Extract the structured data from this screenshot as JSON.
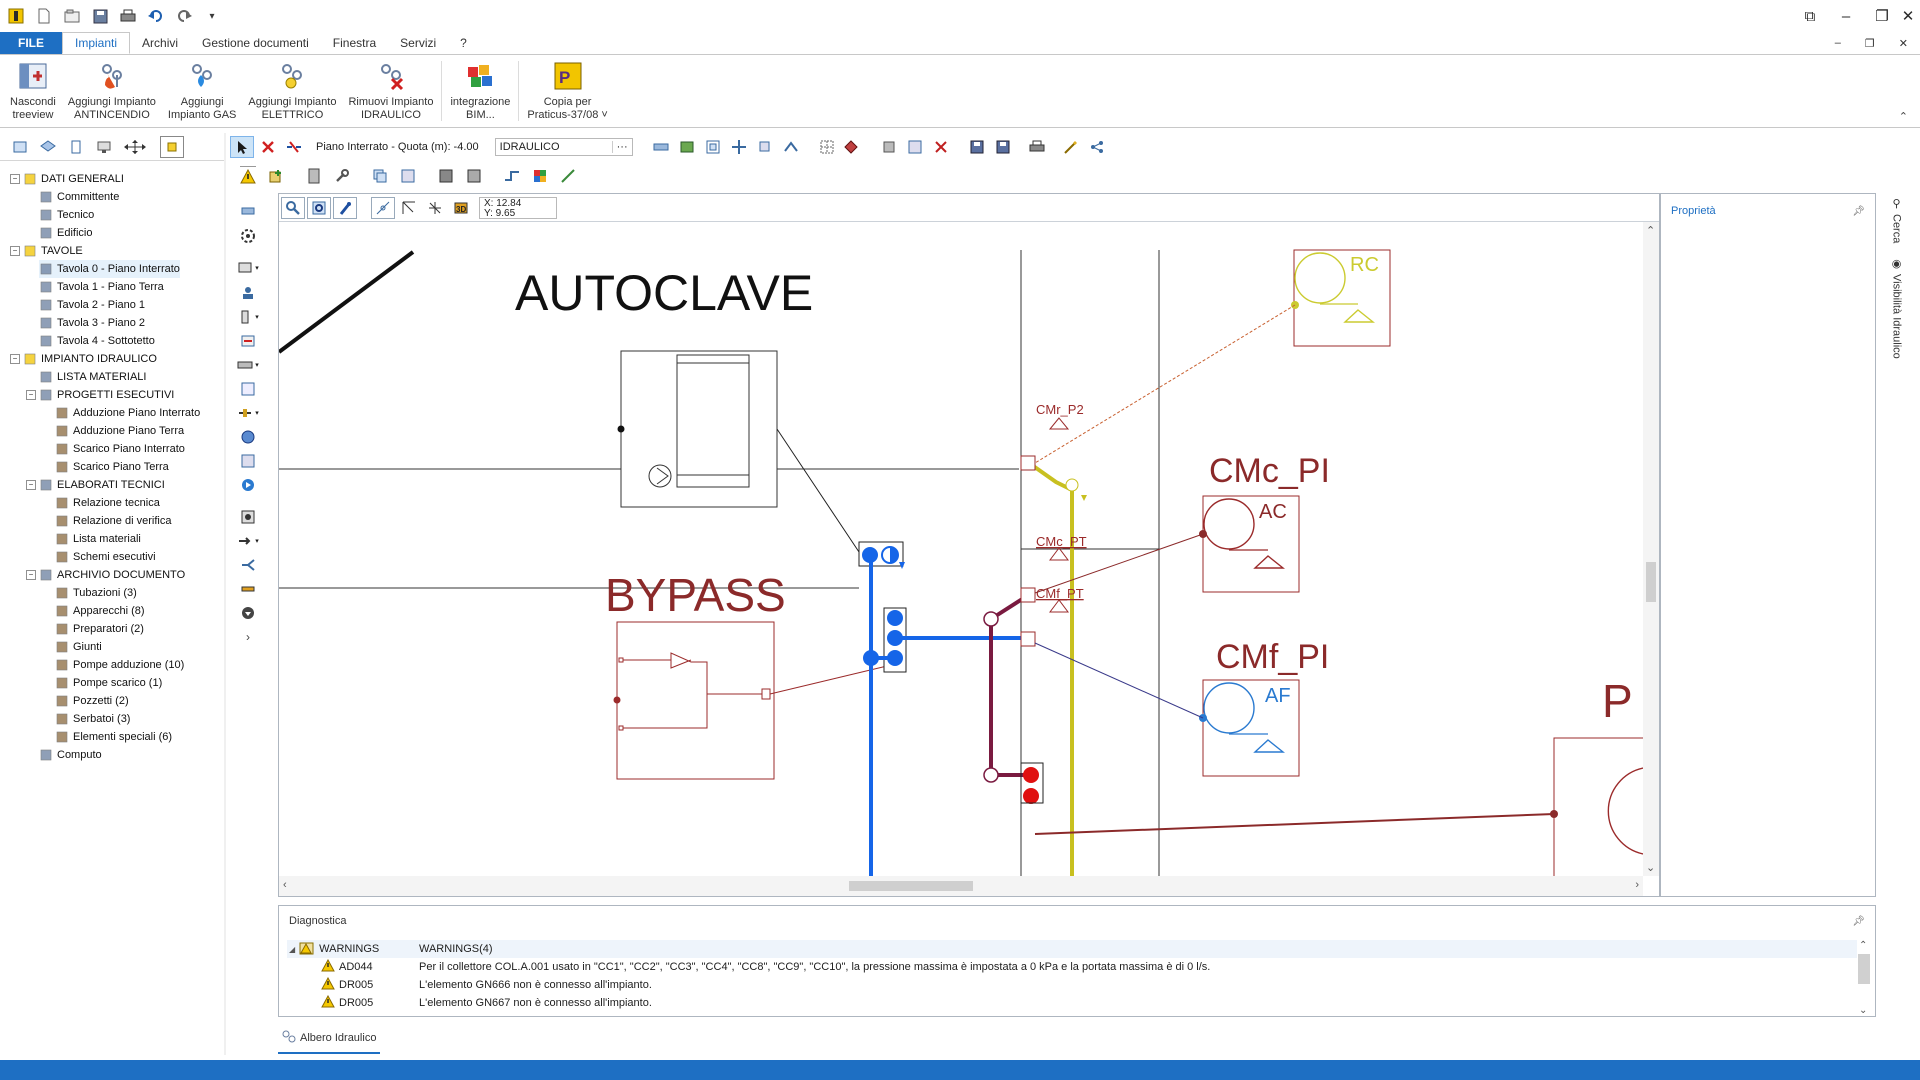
{
  "ribbon": {
    "file_label": "FILE",
    "tabs": [
      "Impianti",
      "Archivi",
      "Gestione documenti",
      "Finestra",
      "Servizi",
      "?"
    ],
    "buttons": [
      {
        "label": "Nascondi\ntreeview"
      },
      {
        "label": "Aggiungi Impianto\nANTINCENDIO"
      },
      {
        "label": "Aggiungi\nImpianto GAS"
      },
      {
        "label": "Aggiungi Impianto\nELETTRICO"
      },
      {
        "label": "Rimuovi Impianto\nIDRAULICO"
      },
      {
        "label": "integrazione\nBIM..."
      },
      {
        "label": "Copia per\nPraticus-37/08 ˅"
      }
    ]
  },
  "tree": {
    "nodes": [
      {
        "label": "DATI GENERALI",
        "level": 0,
        "exp": "−"
      },
      {
        "label": "Committente",
        "level": 1
      },
      {
        "label": "Tecnico",
        "level": 1
      },
      {
        "label": "Edificio",
        "level": 1
      },
      {
        "label": "TAVOLE",
        "level": 0,
        "exp": "−"
      },
      {
        "label": "Tavola 0 - Piano Interrato",
        "level": 1,
        "selected": true
      },
      {
        "label": "Tavola 1 - Piano Terra",
        "level": 1
      },
      {
        "label": "Tavola 2 - Piano 1",
        "level": 1
      },
      {
        "label": "Tavola 3 - Piano 2",
        "level": 1
      },
      {
        "label": "Tavola 4 - Sottotetto",
        "level": 1
      },
      {
        "label": "IMPIANTO IDRAULICO",
        "level": 0,
        "exp": "−"
      },
      {
        "label": "LISTA MATERIALI",
        "level": 1
      },
      {
        "label": "PROGETTI ESECUTIVI",
        "level": 1,
        "exp": "−"
      },
      {
        "label": "Adduzione Piano Interrato",
        "level": 2
      },
      {
        "label": "Adduzione Piano Terra",
        "level": 2
      },
      {
        "label": "Scarico Piano Interrato",
        "level": 2
      },
      {
        "label": "Scarico Piano Terra",
        "level": 2
      },
      {
        "label": "ELABORATI TECNICI",
        "level": 1,
        "exp": "−"
      },
      {
        "label": "Relazione tecnica",
        "level": 2
      },
      {
        "label": "Relazione di verifica",
        "level": 2
      },
      {
        "label": "Lista materiali",
        "level": 2
      },
      {
        "label": "Schemi esecutivi",
        "level": 2
      },
      {
        "label": "ARCHIVIO DOCUMENTO",
        "level": 1,
        "exp": "−"
      },
      {
        "label": "Tubazioni (3)",
        "level": 2
      },
      {
        "label": "Apparecchi (8)",
        "level": 2
      },
      {
        "label": "Preparatori (2)",
        "level": 2
      },
      {
        "label": "Giunti",
        "level": 2
      },
      {
        "label": "Pompe adduzione (10)",
        "level": 2
      },
      {
        "label": "Pompe scarico (1)",
        "level": 2
      },
      {
        "label": "Pozzetti (2)",
        "level": 2
      },
      {
        "label": "Serbatoi (3)",
        "level": 2
      },
      {
        "label": "Elementi speciali (6)",
        "level": 2
      },
      {
        "label": "Computo",
        "level": 1
      }
    ]
  },
  "toolbar": {
    "floor_label": "Piano Interrato - Quota (m): -4.00",
    "system_value": "IDRAULICO"
  },
  "canvas": {
    "coord_x": "X: 12.84",
    "coord_y": "Y: 9.65",
    "labels": {
      "autoclave": "AUTOCLAVE",
      "bypass": "BYPASS",
      "cmc_pi": "CMc_PI",
      "cmf_pi": "CMf_PI",
      "rc": "RC",
      "ac": "AC",
      "af": "AF",
      "p": "P",
      "cmr_p2": "CMr_P2",
      "cmc_pt": "CMc_PT",
      "cmf_pt": "CMf_PT"
    }
  },
  "properties": {
    "title": "Proprietà"
  },
  "sidetabs": {
    "search": "Cerca",
    "visibility": "Visibilità Idraulico"
  },
  "diagnostics": {
    "title": "Diagnostica",
    "group_code": "WARNINGS",
    "group_desc": "WARNINGS(4)",
    "rows": [
      {
        "code": "AD044",
        "desc": "Per il collettore COL.A.001 usato in \"CC1\", \"CC2\", \"CC3\", \"CC4\", \"CC8\", \"CC9\", \"CC10\", la pressione massima è impostata a 0 kPa e la portata massima è di 0 l/s."
      },
      {
        "code": "DR005",
        "desc": "L'elemento GN666 non è connesso all'impianto."
      },
      {
        "code": "DR005",
        "desc": "L'elemento GN667 non è connesso all'impianto."
      }
    ]
  },
  "bottom_tab": {
    "label": "Albero Idraulico"
  },
  "colors": {
    "accent": "#1e6fc3",
    "pipe_blue": "#1565e8",
    "pipe_yellow": "#c8c020",
    "pipe_maroon": "#7a1a40",
    "device_red": "#9b2b2b",
    "rc_yellow": "#cbcb30",
    "af_blue": "#2a7ad0"
  },
  "icons": {
    "qa": [
      "app-logo-icon",
      "new-file-icon",
      "open-icon",
      "save-icon",
      "print-icon",
      "undo-icon",
      "redo-icon",
      "customize-icon"
    ]
  }
}
